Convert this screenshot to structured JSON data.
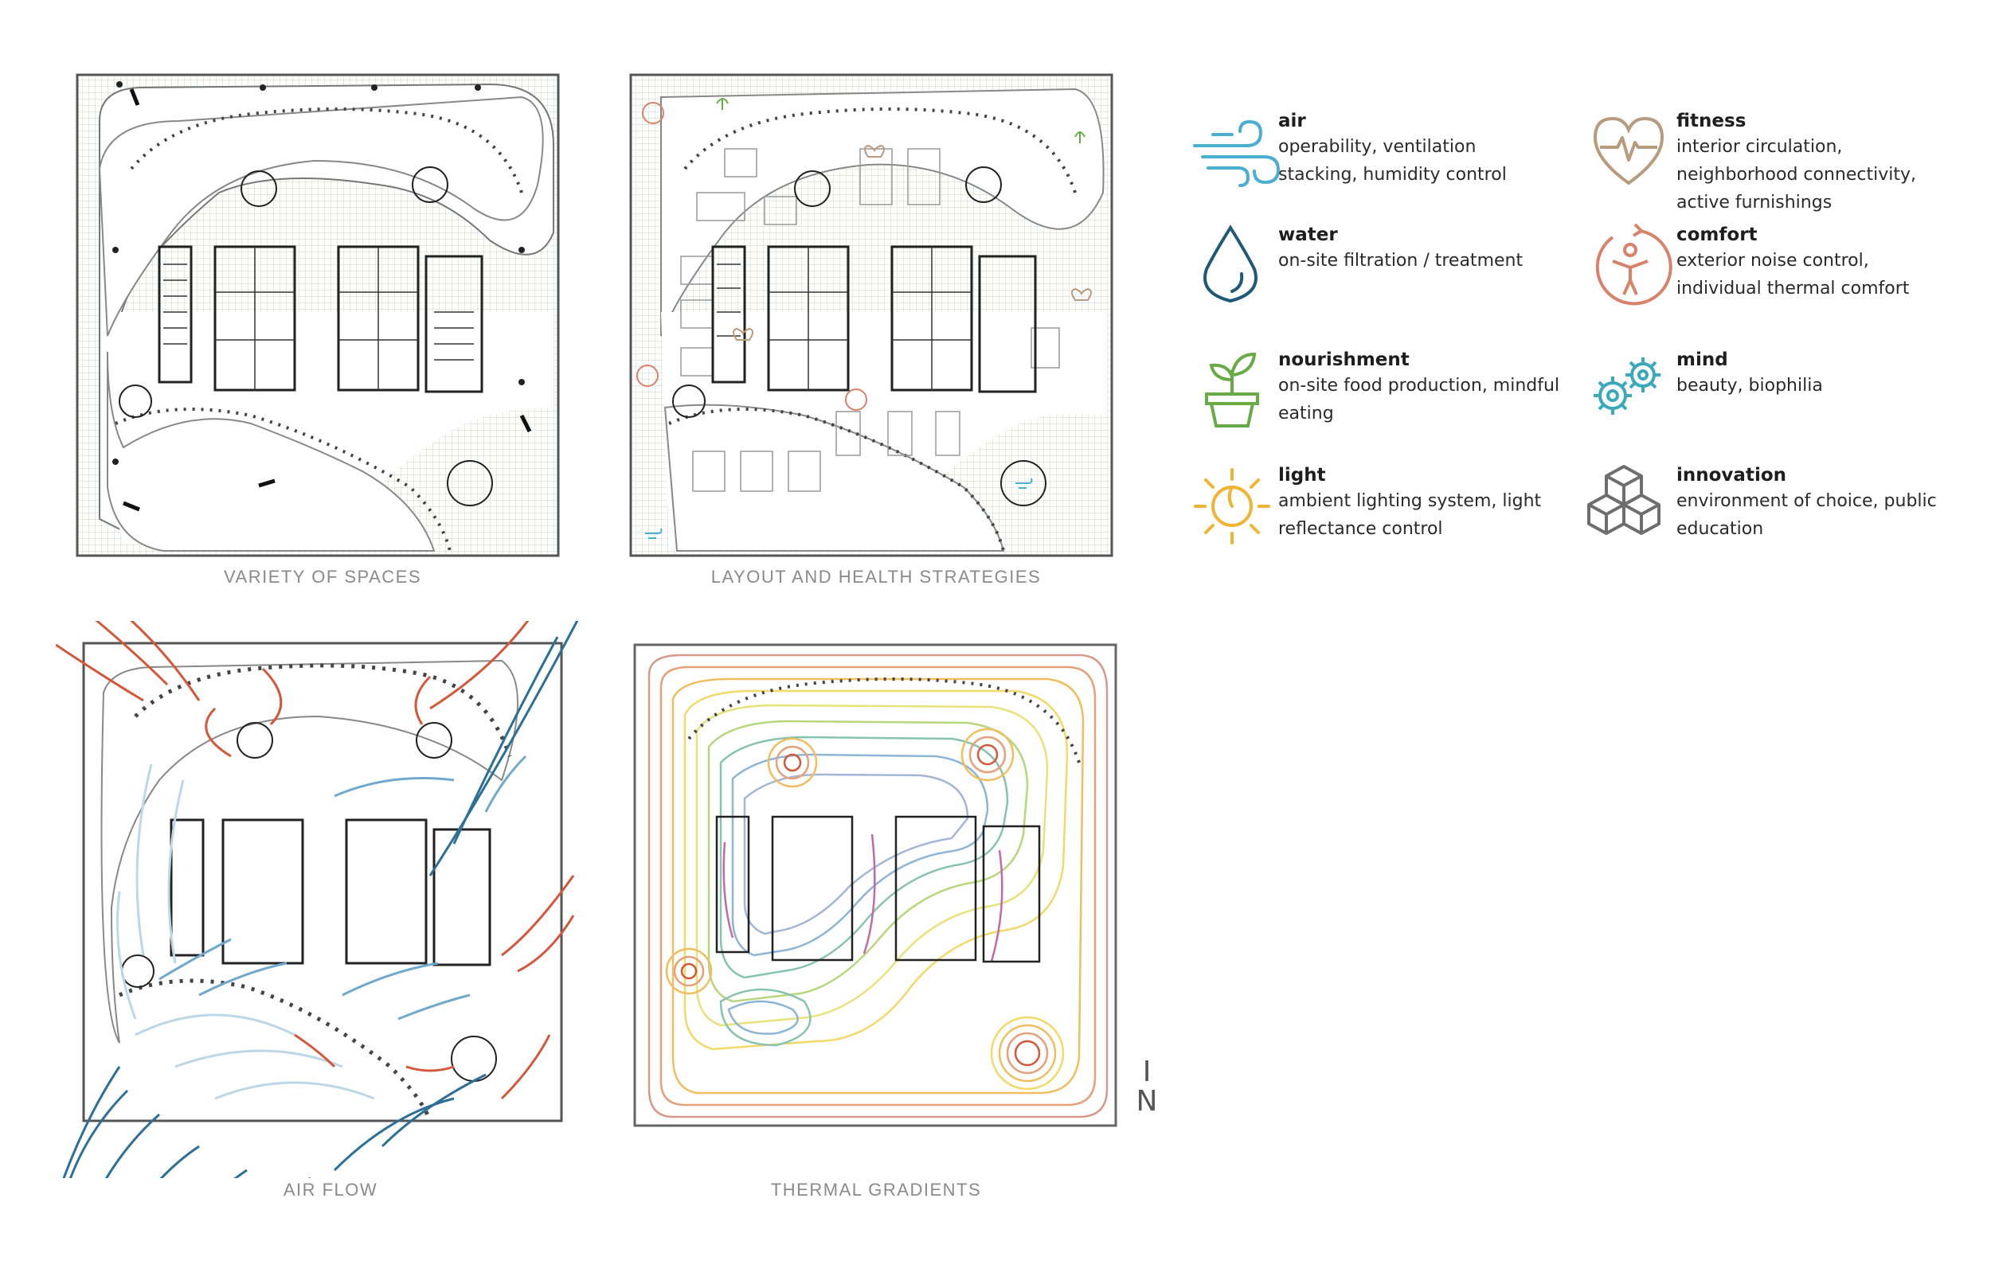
{
  "captions": {
    "variety": "VARIETY OF SPACES",
    "layout": "LAYOUT AND HEALTH STRATEGIES",
    "airflow": "AIR FLOW",
    "thermal": "THERMAL GRADIENTS"
  },
  "legend": [
    {
      "key": "air",
      "title": "air",
      "lines": [
        "operability, ventilation",
        "stacking, humidity control"
      ],
      "icon": "wind-icon",
      "color": "#4aaed0"
    },
    {
      "key": "fitness",
      "title": "fitness",
      "lines": [
        "interior circulation,",
        "neighborhood connectivity,",
        "active furnishings"
      ],
      "icon": "heart-pulse-icon",
      "color": "#b89a7c"
    },
    {
      "key": "water",
      "title": "water",
      "lines": [
        "on-site filtration / treatment"
      ],
      "icon": "water-drop-icon",
      "color": "#1e5a78"
    },
    {
      "key": "comfort",
      "title": "comfort",
      "lines": [
        "exterior noise control,",
        "individual thermal comfort"
      ],
      "icon": "person-cycle-icon",
      "color": "#d9826a"
    },
    {
      "key": "nourishment",
      "title": "nourishment",
      "lines": [
        "on-site food production, mindful",
        "eating"
      ],
      "icon": "potted-plant-icon",
      "color": "#6aaa45"
    },
    {
      "key": "mind",
      "title": "mind",
      "lines": [
        "beauty, biophilia"
      ],
      "icon": "gears-icon",
      "color": "#3aa9b9"
    },
    {
      "key": "light",
      "title": "light",
      "lines": [
        "ambient lighting system, light",
        "reflectance control"
      ],
      "icon": "sun-icon",
      "color": "#f0b433"
    },
    {
      "key": "innovation",
      "title": "innovation",
      "lines": [
        "environment of choice, public",
        "education"
      ],
      "icon": "cubes-icon",
      "color": "#6e6e6e"
    }
  ],
  "north": {
    "tick": "I",
    "letter": "N"
  }
}
